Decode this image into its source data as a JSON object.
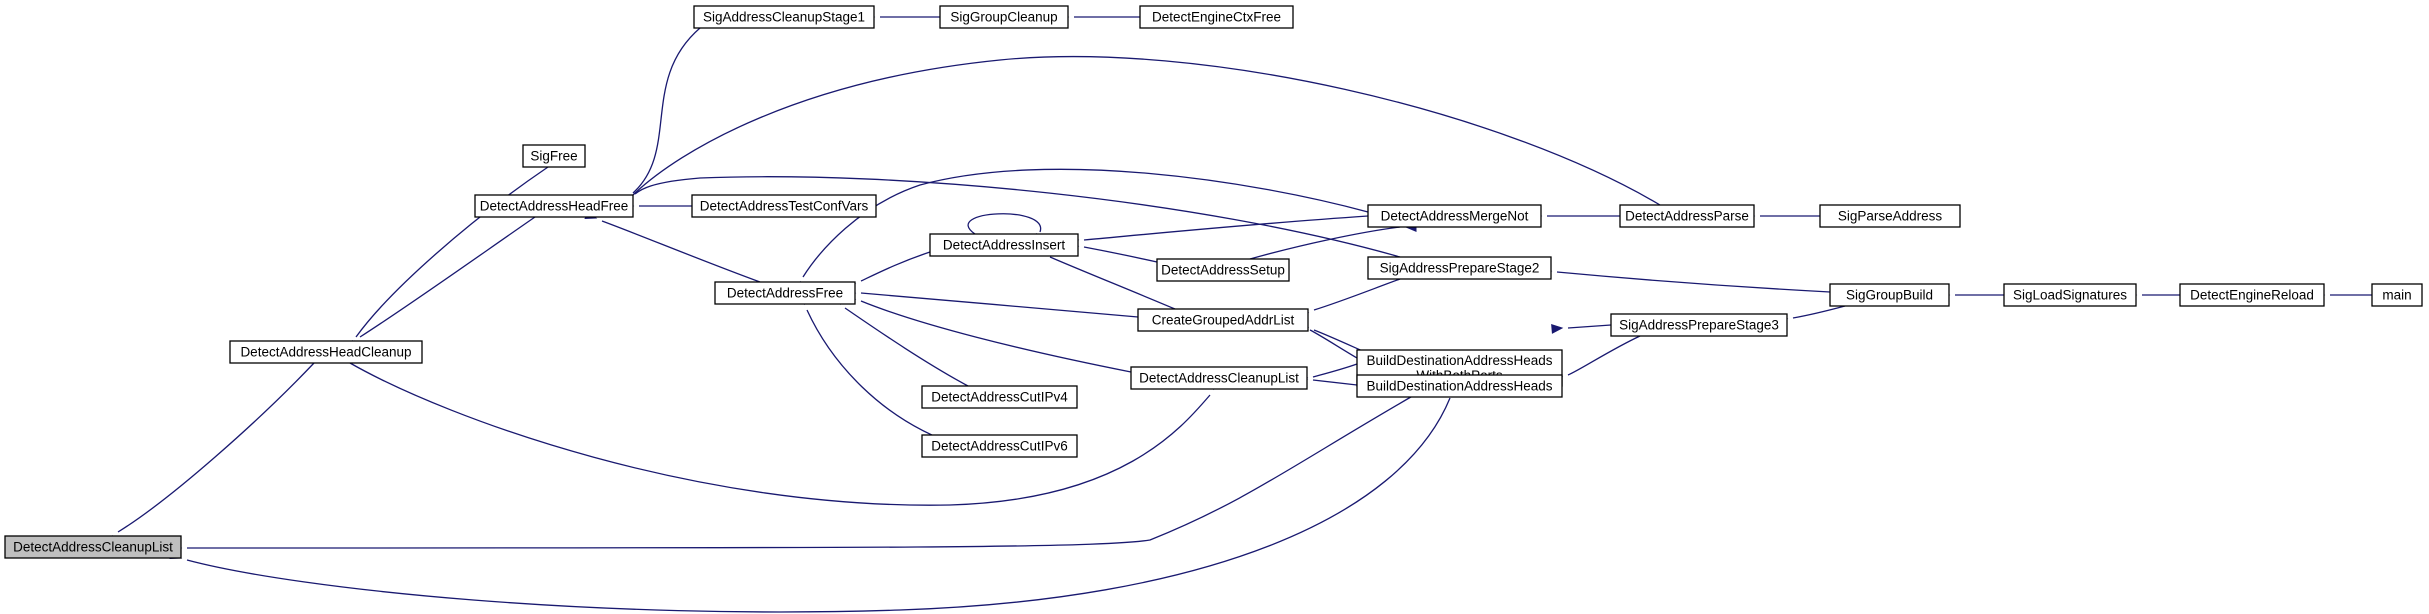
{
  "graph": {
    "current": "DetectAddressCleanupList",
    "nodes": [
      {
        "id": "dacl0",
        "lines": [
          "DetectAddressCleanupList"
        ],
        "current": true
      },
      {
        "id": "dahc",
        "lines": [
          "DetectAddressHeadCleanup"
        ]
      },
      {
        "id": "sigfree",
        "lines": [
          "SigFree"
        ]
      },
      {
        "id": "dahf",
        "lines": [
          "DetectAddressHeadFree"
        ]
      },
      {
        "id": "sacs1",
        "lines": [
          "SigAddressCleanupStage1"
        ]
      },
      {
        "id": "sgc",
        "lines": [
          "SigGroupCleanup"
        ]
      },
      {
        "id": "dectxfree",
        "lines": [
          "DetectEngineCtxFree"
        ]
      },
      {
        "id": "datcv",
        "lines": [
          "DetectAddressTestConfVars"
        ]
      },
      {
        "id": "daf",
        "lines": [
          "DetectAddressFree"
        ]
      },
      {
        "id": "dains",
        "lines": [
          "DetectAddressInsert"
        ]
      },
      {
        "id": "dasetup",
        "lines": [
          "DetectAddressSetup"
        ]
      },
      {
        "id": "cgal",
        "lines": [
          "CreateGroupedAddrList"
        ]
      },
      {
        "id": "dacl1",
        "lines": [
          "DetectAddressCleanupList"
        ]
      },
      {
        "id": "dacut4",
        "lines": [
          "DetectAddressCutIPv4"
        ]
      },
      {
        "id": "dacut6",
        "lines": [
          "DetectAddressCutIPv6"
        ]
      },
      {
        "id": "damn",
        "lines": [
          "DetectAddressMergeNot"
        ]
      },
      {
        "id": "saps2",
        "lines": [
          "SigAddressPrepareStage2"
        ]
      },
      {
        "id": "bdahwbp",
        "lines": [
          "BuildDestinationAddressHeads",
          "WithBothPorts"
        ]
      },
      {
        "id": "bdah",
        "lines": [
          "BuildDestinationAddressHeads"
        ]
      },
      {
        "id": "daparse",
        "lines": [
          "DetectAddressParse"
        ]
      },
      {
        "id": "spa",
        "lines": [
          "SigParseAddress"
        ]
      },
      {
        "id": "saps3",
        "lines": [
          "SigAddressPrepareStage3"
        ]
      },
      {
        "id": "sgb",
        "lines": [
          "SigGroupBuild"
        ]
      },
      {
        "id": "sls",
        "lines": [
          "SigLoadSignatures"
        ]
      },
      {
        "id": "der",
        "lines": [
          "DetectEngineReload"
        ]
      },
      {
        "id": "main",
        "lines": [
          "main"
        ]
      }
    ],
    "edges": [
      {
        "from": "dahc",
        "to": "dacl0"
      },
      {
        "from": "dacl1",
        "to": "dacl0"
      },
      {
        "from": "bdahwbp",
        "to": "dacl0"
      },
      {
        "from": "bdah",
        "to": "dacl0"
      },
      {
        "from": "sigfree",
        "to": "dahc"
      },
      {
        "from": "dahf",
        "to": "dahc"
      },
      {
        "from": "sacs1",
        "to": "dahf"
      },
      {
        "from": "datcv",
        "to": "dahf"
      },
      {
        "from": "daf",
        "to": "dahf"
      },
      {
        "from": "daparse",
        "to": "dahf"
      },
      {
        "from": "saps2",
        "to": "dahf"
      },
      {
        "from": "sgc",
        "to": "sacs1"
      },
      {
        "from": "dectxfree",
        "to": "sgc"
      },
      {
        "from": "dains",
        "to": "daf"
      },
      {
        "from": "cgal",
        "to": "daf"
      },
      {
        "from": "dacl1",
        "to": "daf"
      },
      {
        "from": "dacut4",
        "to": "daf"
      },
      {
        "from": "dacut6",
        "to": "daf"
      },
      {
        "from": "damn",
        "to": "daf"
      },
      {
        "from": "dains",
        "to": "dains"
      },
      {
        "from": "dasetup",
        "to": "dains"
      },
      {
        "from": "cgal",
        "to": "dains"
      },
      {
        "from": "damn",
        "to": "dains"
      },
      {
        "from": "dasetup",
        "to": "damn"
      },
      {
        "from": "saps2",
        "to": "cgal"
      },
      {
        "from": "bdahwbp",
        "to": "cgal"
      },
      {
        "from": "bdah",
        "to": "cgal"
      },
      {
        "from": "bdahwbp",
        "to": "dacl1"
      },
      {
        "from": "bdah",
        "to": "dacl1"
      },
      {
        "from": "dahc",
        "to": "dacl1"
      },
      {
        "from": "daparse",
        "to": "damn"
      },
      {
        "from": "spa",
        "to": "daparse"
      },
      {
        "from": "sgb",
        "to": "saps2"
      },
      {
        "from": "saps3",
        "to": "bdahwbp"
      },
      {
        "from": "saps3",
        "to": "bdah"
      },
      {
        "from": "sgb",
        "to": "saps3"
      },
      {
        "from": "sls",
        "to": "sgb"
      },
      {
        "from": "der",
        "to": "sls"
      },
      {
        "from": "main",
        "to": "der"
      }
    ]
  }
}
